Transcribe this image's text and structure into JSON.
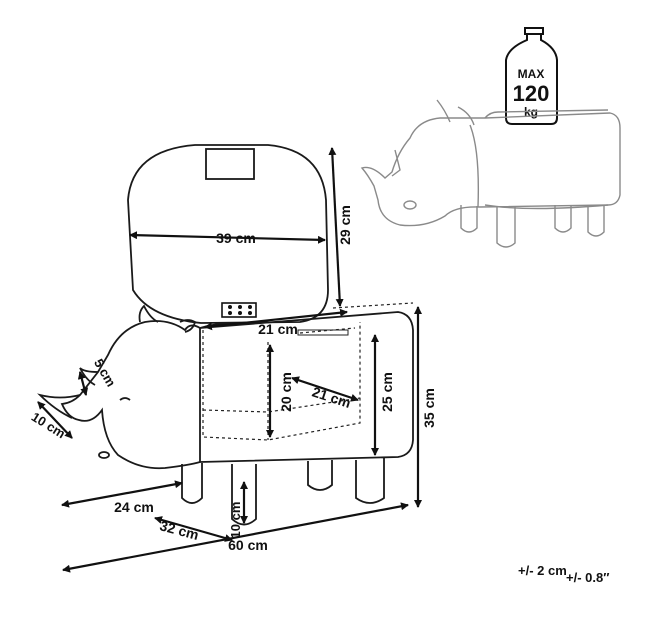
{
  "weight": {
    "line1": "MAX",
    "line2": "120",
    "line3": "kg"
  },
  "dimensions": {
    "lid_width": "39 cm",
    "lid_height": "29 cm",
    "opening_width": "21 cm",
    "storage_height": "20 cm",
    "storage_depth": "21 cm",
    "seat_height": "25 cm",
    "total_height": "35 cm",
    "horn": "5 cm",
    "head": "10 cm",
    "depth": "24 cm",
    "body_depth": "32 cm",
    "leg_height": "10 cm",
    "length": "60 cm"
  },
  "tolerance": {
    "metric": "+/- 2 cm",
    "imperial": "+/- 0.8″"
  }
}
